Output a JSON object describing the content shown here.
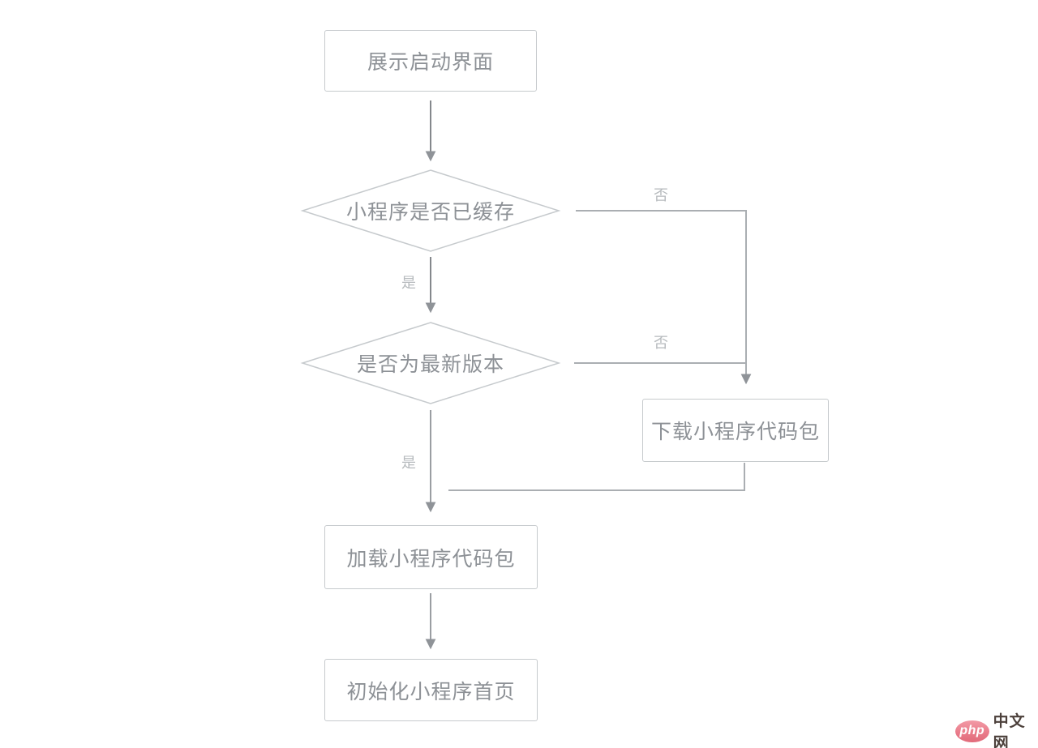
{
  "diagram": {
    "title": "mini-program launch flowchart",
    "nodes": {
      "start": {
        "label": "展示启动界面",
        "type": "process"
      },
      "cached": {
        "label": "小程序是否已缓存",
        "type": "decision"
      },
      "latest": {
        "label": "是否为最新版本",
        "type": "decision"
      },
      "download": {
        "label": "下载小程序代码包",
        "type": "process"
      },
      "load": {
        "label": "加载小程序代码包",
        "type": "process"
      },
      "init": {
        "label": "初始化小程序首页",
        "type": "process"
      }
    },
    "edge_labels": {
      "cached_no": "否",
      "cached_yes": "是",
      "latest_no": "否",
      "latest_yes": "是"
    },
    "colors": {
      "node_border": "#c6cacd",
      "node_text": "#8d9196",
      "edge_line": "#a9adb2",
      "edge_arrow": "#8b8f94",
      "edge_label": "#b6babd",
      "background": "#ffffff"
    }
  },
  "watermark": {
    "badge_text": "php",
    "site_text": "中文网",
    "badge_color": "#ea7c8b",
    "site_text_color": "#4c403b"
  }
}
